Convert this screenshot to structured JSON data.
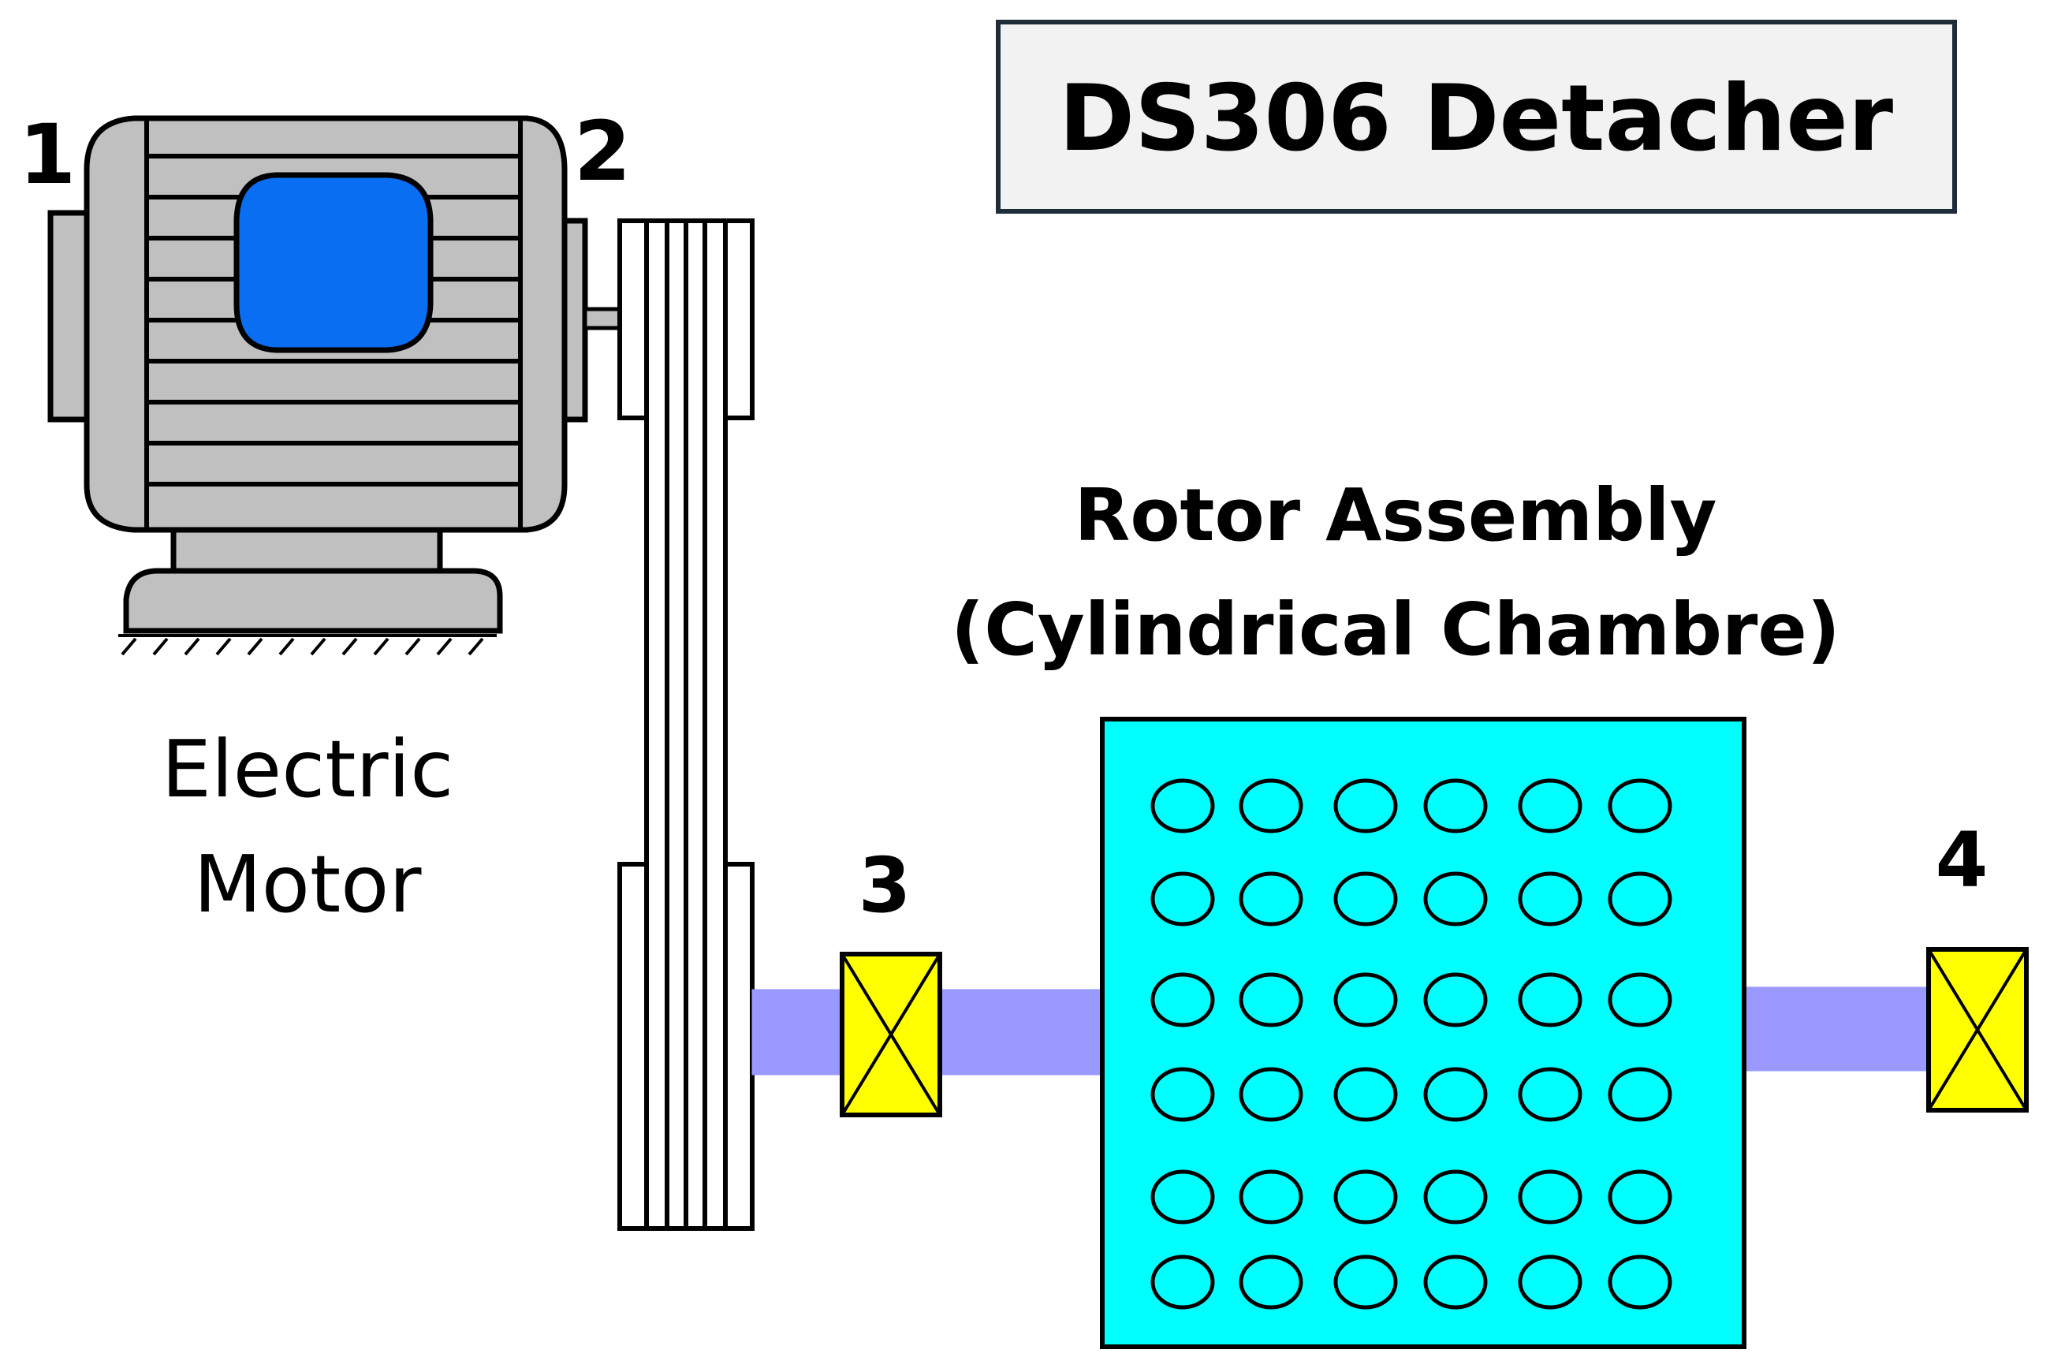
{
  "title": "DS306 Detacher",
  "motor": {
    "label_line1": "Electric",
    "label_line2": "Motor"
  },
  "rotor": {
    "label_line1": "Rotor Assembly",
    "label_line2": "(Cylindrical Chambre)",
    "hole_rows": 6,
    "hole_cols": 6
  },
  "points": {
    "p1": "1",
    "p2": "2",
    "p3": "3",
    "p4": "4"
  },
  "colors": {
    "motor_body": "#c0c0c0",
    "motor_window": "#0a6ef2",
    "rotor": "#00ffff",
    "shaft": "#9999ff",
    "bearing": "#ffff00",
    "title_box_fill": "#f2f2f2",
    "title_box_border": "#1f2d3a"
  }
}
